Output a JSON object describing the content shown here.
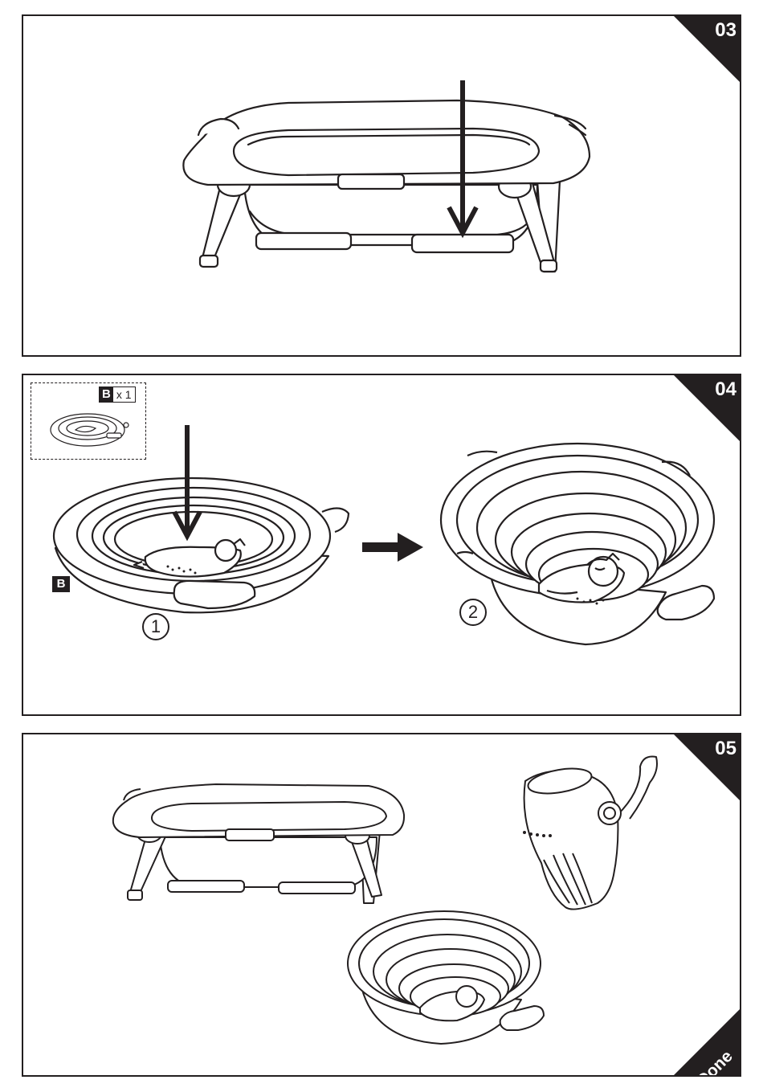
{
  "steps": [
    {
      "label": "03"
    },
    {
      "label": "04",
      "part": {
        "letter": "B",
        "quantity": "x 1"
      },
      "tag": "B",
      "substeps": [
        "1",
        "2"
      ]
    },
    {
      "label": "05",
      "done": "Done"
    }
  ],
  "colors": {
    "ink": "#231f20",
    "background": "#ffffff"
  }
}
